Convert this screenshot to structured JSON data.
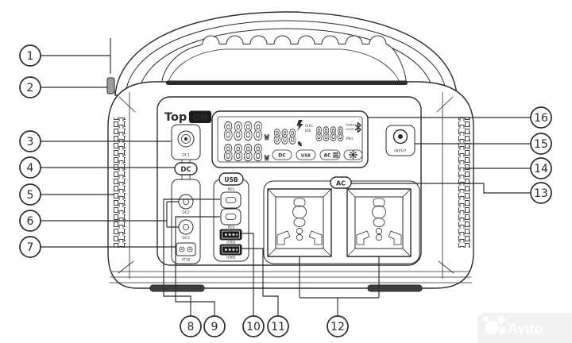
{
  "brand": {
    "logo_text": "Top",
    "logo_badge": "ON"
  },
  "display": {
    "power_in_value": "8888",
    "power_in_unit": "W",
    "battery_value": "888",
    "battery_unit": "%",
    "chg_label": "CHG",
    "dis_label": "DIS",
    "time_value": "8888",
    "time_unit": "Min",
    "warn_line1": "OV/BV",
    "warn_line2": "OC/OT",
    "power_out_value": "8888",
    "power_out_unit": "W",
    "mode_badges": [
      "DC",
      "USB",
      "AC"
    ]
  },
  "ports": {
    "dc1_label": "DC1",
    "dc_group_label": "DC",
    "dc2_label": "DC2",
    "dc3_label": "DC3",
    "xt30_label": "XT30",
    "usb_group_label": "USB",
    "pd1_label": "PD1",
    "pd2_label": "PD2",
    "usb1_label": "USB1",
    "usb2_label": "USB2",
    "ac_group_label": "AC",
    "input_label": "INPUT"
  },
  "callouts": {
    "numbers": [
      "1",
      "2",
      "3",
      "4",
      "5",
      "6",
      "7",
      "8",
      "9",
      "10",
      "11",
      "12",
      "13",
      "14",
      "15",
      "16"
    ]
  },
  "watermark": {
    "text": "Avito"
  },
  "colors": {
    "line": "#2b2b2b",
    "badge_bg": "#1c1c1c",
    "watermark_bg": "#f2f2f2",
    "watermark_fg": "#ffffff"
  }
}
